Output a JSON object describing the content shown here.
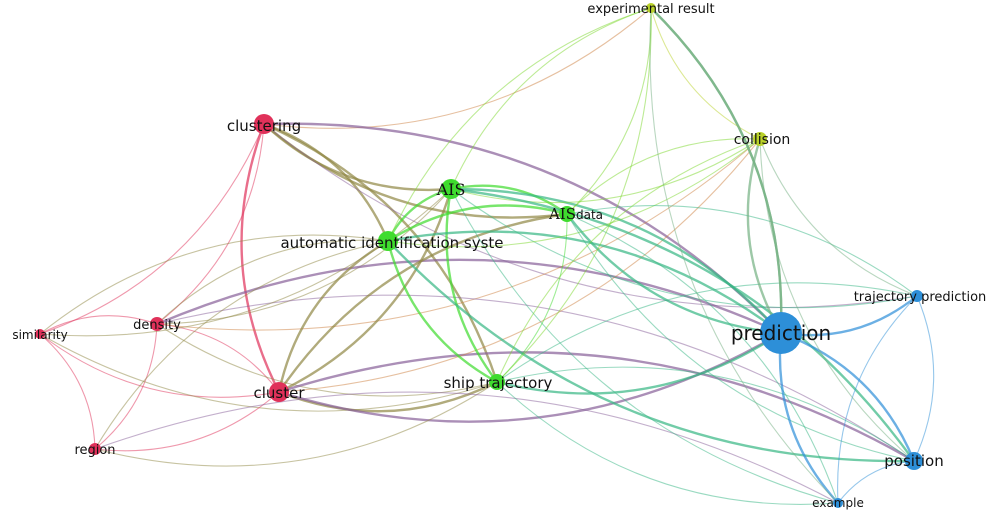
{
  "nodes": [
    {
      "id": "experimental_result",
      "label": "experimental result",
      "cluster": "yellow"
    },
    {
      "id": "collision",
      "label": "collision",
      "cluster": "yellow"
    },
    {
      "id": "clustering",
      "label": "clustering",
      "cluster": "red"
    },
    {
      "id": "ais",
      "label": "AIS",
      "cluster": "green",
      "serif": true
    },
    {
      "id": "ais_data",
      "label": "data",
      "prefix": "AIS",
      "cluster": "green"
    },
    {
      "id": "automatic_identification",
      "label": "automatic identification syste",
      "cluster": "green"
    },
    {
      "id": "trajectory_prediction",
      "label": "trajectory prediction",
      "cluster": "blue"
    },
    {
      "id": "prediction",
      "label": "prediction",
      "cluster": "blue"
    },
    {
      "id": "similarity",
      "label": "similarity",
      "cluster": "red"
    },
    {
      "id": "density",
      "label": "density",
      "cluster": "red"
    },
    {
      "id": "cluster",
      "label": "cluster",
      "cluster": "red"
    },
    {
      "id": "ship_trajectory",
      "label": "ship trajectory",
      "cluster": "green"
    },
    {
      "id": "region",
      "label": "region",
      "cluster": "red"
    },
    {
      "id": "position",
      "label": "position",
      "cluster": "blue"
    },
    {
      "id": "example",
      "label": "example",
      "cluster": "blue"
    }
  ],
  "colors": {
    "red": "#e0315a",
    "green": "#3fdc2e",
    "yellow": "#b9d12a",
    "blue": "#2d8fd8"
  },
  "edges": [
    [
      "clustering",
      "density"
    ],
    [
      "clustering",
      "cluster"
    ],
    [
      "clustering",
      "similarity"
    ],
    [
      "clustering",
      "ais"
    ],
    [
      "clustering",
      "automatic_identification"
    ],
    [
      "clustering",
      "ais_data"
    ],
    [
      "clustering",
      "ship_trajectory"
    ],
    [
      "clustering",
      "experimental_result"
    ],
    [
      "clustering",
      "prediction"
    ],
    [
      "clustering",
      "trajectory_prediction"
    ],
    [
      "density",
      "cluster"
    ],
    [
      "density",
      "similarity"
    ],
    [
      "density",
      "region"
    ],
    [
      "density",
      "ais"
    ],
    [
      "density",
      "automatic_identification"
    ],
    [
      "density",
      "ship_trajectory"
    ],
    [
      "density",
      "prediction"
    ],
    [
      "density",
      "collision"
    ],
    [
      "density",
      "position"
    ],
    [
      "similarity",
      "cluster"
    ],
    [
      "similarity",
      "region"
    ],
    [
      "similarity",
      "ais"
    ],
    [
      "similarity",
      "automatic_identification"
    ],
    [
      "similarity",
      "ship_trajectory"
    ],
    [
      "cluster",
      "region"
    ],
    [
      "cluster",
      "ais"
    ],
    [
      "cluster",
      "automatic_identification"
    ],
    [
      "cluster",
      "ship_trajectory"
    ],
    [
      "cluster",
      "ais_data"
    ],
    [
      "cluster",
      "prediction"
    ],
    [
      "cluster",
      "position"
    ],
    [
      "cluster",
      "collision"
    ],
    [
      "region",
      "automatic_identification"
    ],
    [
      "region",
      "ship_trajectory"
    ],
    [
      "region",
      "example"
    ],
    [
      "ais",
      "automatic_identification"
    ],
    [
      "ais",
      "ais_data"
    ],
    [
      "ais",
      "ship_trajectory"
    ],
    [
      "ais",
      "prediction"
    ],
    [
      "ais",
      "collision"
    ],
    [
      "ais",
      "experimental_result"
    ],
    [
      "ais",
      "trajectory_prediction"
    ],
    [
      "ais",
      "position"
    ],
    [
      "ais",
      "example"
    ],
    [
      "automatic_identification",
      "ais_data"
    ],
    [
      "automatic_identification",
      "ship_trajectory"
    ],
    [
      "automatic_identification",
      "prediction"
    ],
    [
      "automatic_identification",
      "collision"
    ],
    [
      "automatic_identification",
      "experimental_result"
    ],
    [
      "automatic_identification",
      "position"
    ],
    [
      "ais_data",
      "ship_trajectory"
    ],
    [
      "ais_data",
      "prediction"
    ],
    [
      "ais_data",
      "collision"
    ],
    [
      "ais_data",
      "experimental_result"
    ],
    [
      "ais_data",
      "trajectory_prediction"
    ],
    [
      "ais_data",
      "position"
    ],
    [
      "ais_data",
      "example"
    ],
    [
      "ship_trajectory",
      "prediction"
    ],
    [
      "ship_trajectory",
      "collision"
    ],
    [
      "ship_trajectory",
      "experimental_result"
    ],
    [
      "ship_trajectory",
      "position"
    ],
    [
      "ship_trajectory",
      "example"
    ],
    [
      "ship_trajectory",
      "trajectory_prediction"
    ],
    [
      "prediction",
      "trajectory_prediction"
    ],
    [
      "prediction",
      "position"
    ],
    [
      "prediction",
      "example"
    ],
    [
      "prediction",
      "collision"
    ],
    [
      "prediction",
      "experimental_result"
    ],
    [
      "trajectory_prediction",
      "position"
    ],
    [
      "trajectory_prediction",
      "example"
    ],
    [
      "trajectory_prediction",
      "collision"
    ],
    [
      "position",
      "example"
    ],
    [
      "collision",
      "experimental_result"
    ],
    [
      "collision",
      "position"
    ],
    [
      "experimental_result",
      "prediction"
    ],
    [
      "experimental_result",
      "example"
    ]
  ]
}
